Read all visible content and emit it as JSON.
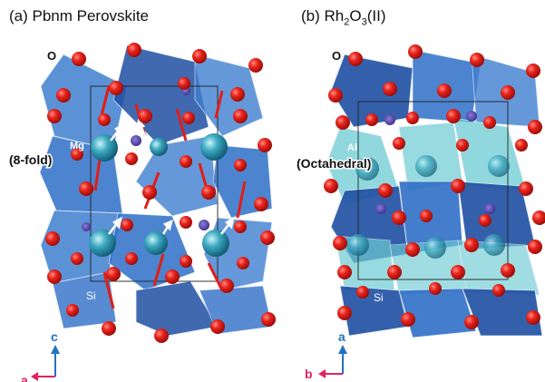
{
  "panel_a": {
    "title": "(a) Pbnm Perovskite",
    "label_o": "O",
    "label_mg": "Mg",
    "label_coord": "(8-fold)",
    "label_si": "Si",
    "axis_up": "c",
    "axis_left": "a"
  },
  "panel_b": {
    "title_prefix": "(b) Rh",
    "title_sub1": "2",
    "title_mid": "O",
    "title_sub2": "3",
    "title_suffix": "(II)",
    "label_o": "O",
    "label_al": "Al",
    "label_coord": "(Octahedral)",
    "label_si": "Si",
    "axis_up": "a",
    "axis_left": "b"
  },
  "colors": {
    "octahedron": "#2f6fc7",
    "octahedron_dark": "#1f4fa3",
    "al_octahedron": "#6ccbd3",
    "oxygen": "#e11d16",
    "cation": "#3ca8bf",
    "axis_up": "#1f73c4",
    "axis_left": "#e0245e"
  }
}
